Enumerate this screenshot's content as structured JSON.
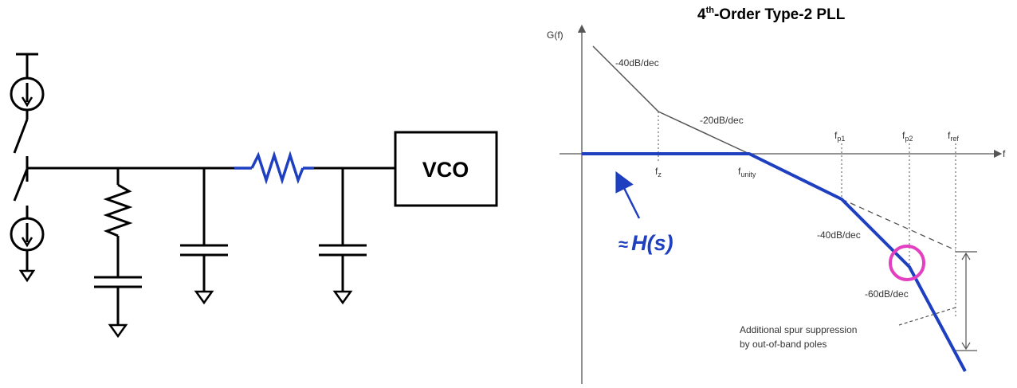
{
  "circuit": {
    "vco_label": "VCO"
  },
  "bode": {
    "title_main": "4",
    "title_sup": "th",
    "title_rest": "-Order Type-2 PLL",
    "y_axis_label": "G(f)",
    "x_axis_label": "f",
    "slope_1": "-40dB/dec",
    "slope_2": "-20dB/dec",
    "slope_3": "-40dB/dec",
    "slope_4": "-60dB/dec",
    "fz_main": "f",
    "fz_sub": "z",
    "funity_main": "f",
    "funity_sub": "unity",
    "fp1_main": "f",
    "fp1_sub": "p1",
    "fp2_main": "f",
    "fp2_sub": "p2",
    "fref_main": "f",
    "fref_sub": "ref",
    "h_approx_symbol": "≈",
    "h_label": "H(s)",
    "note_line1": "Additional spur suppression",
    "note_line2": "by out-of-band poles",
    "colors": {
      "blue": "#1e3fbf",
      "magenta": "#e23fc1",
      "gray": "#555555"
    }
  }
}
